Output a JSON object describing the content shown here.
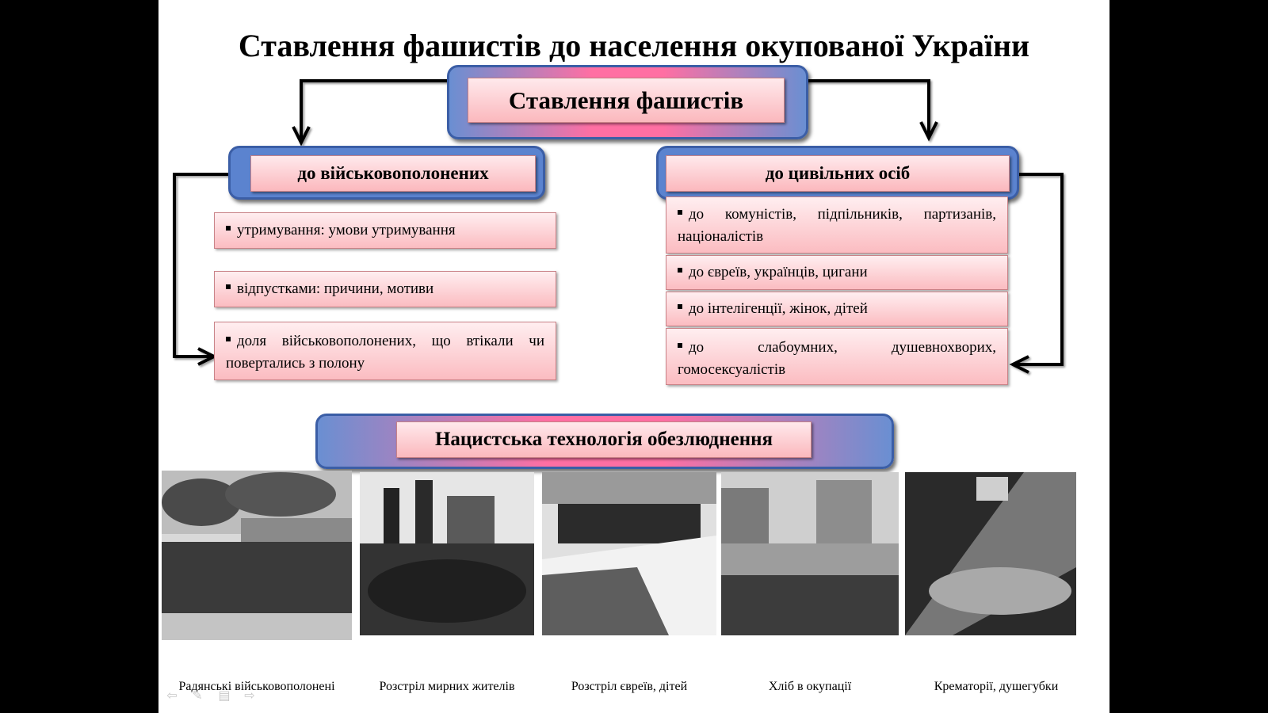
{
  "slide": {
    "title": "Ставлення фашистів до населення окупованої України",
    "root_box": "Ставлення фашистів",
    "left_branch": {
      "header": "до військовополонених",
      "items": [
        "утримування: умови утримування",
        "відпустками: причини, мотиви",
        "доля військовополонених, що втікали чи повертались з полону"
      ]
    },
    "right_branch": {
      "header": "до цивільних осіб",
      "items": [
        "до комуністів, підпільників, партизанів, націоналістів",
        "до євреїв, українців, цигани",
        "до інтелігенції, жінок, дітей",
        "до слабоумних, душевнохворих, гомосексуалістів"
      ]
    },
    "section_box": "Нацистська технологія обезлюднення",
    "photos": [
      {
        "caption": "Радянські військовополонені"
      },
      {
        "caption": "Розстріл мирних жителів"
      },
      {
        "caption": "Розстріл євреїв, дітей"
      },
      {
        "caption": "Хліб в окупації"
      },
      {
        "caption": "Крематорії, душегубки"
      }
    ],
    "nav_icons": [
      "arrow-left-icon",
      "pen-icon",
      "menu-icon",
      "arrow-right-icon"
    ]
  }
}
